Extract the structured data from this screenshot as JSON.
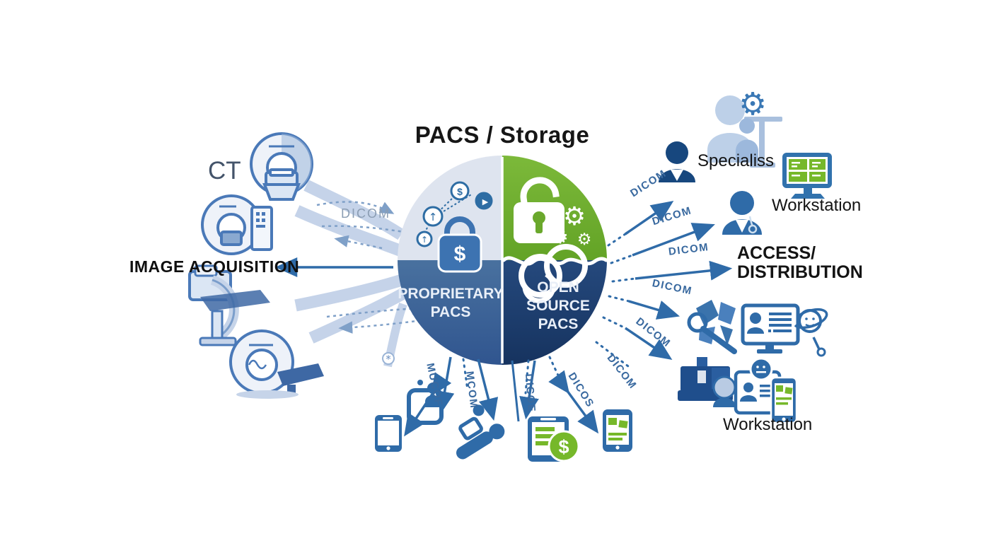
{
  "title": "PACS / Storage",
  "left": {
    "ct_label": "CT",
    "acquisition_label": "IMAGE ACQUISITION",
    "dicom_label": "DICOM"
  },
  "center": {
    "proprietary_lines": [
      "PROPRIETARY",
      "PACS"
    ],
    "open_source_lines": [
      "OPEN",
      "SOURCE",
      "PACS"
    ],
    "lock_dollar": "$"
  },
  "right": {
    "specialists_label": "Specialiss",
    "workstation_top_label": "Workstation",
    "access_lines": [
      "ACCESS/",
      "DISTRIBUTION"
    ],
    "workstation_bottom_label": "Workstation",
    "dicom_labels": [
      "DICOM",
      "DICOM",
      "DICOM",
      "DICOM",
      "DICOM",
      "DICOM"
    ]
  },
  "bottom": {
    "dicom_labels": [
      "MUCOF",
      "MCOM",
      "DICOE",
      "DICOS"
    ],
    "payment_dollar": "$"
  },
  "colors": {
    "proprietary_blue": "#3e68a4",
    "open_source_navy": "#1d3e6e",
    "open_source_green": "#71af2e",
    "archive_light": "#dee4ef",
    "icon_blue": "#2f6ba8",
    "accent_green": "#76b82a",
    "swoosh_light": "#c5d3e9"
  }
}
